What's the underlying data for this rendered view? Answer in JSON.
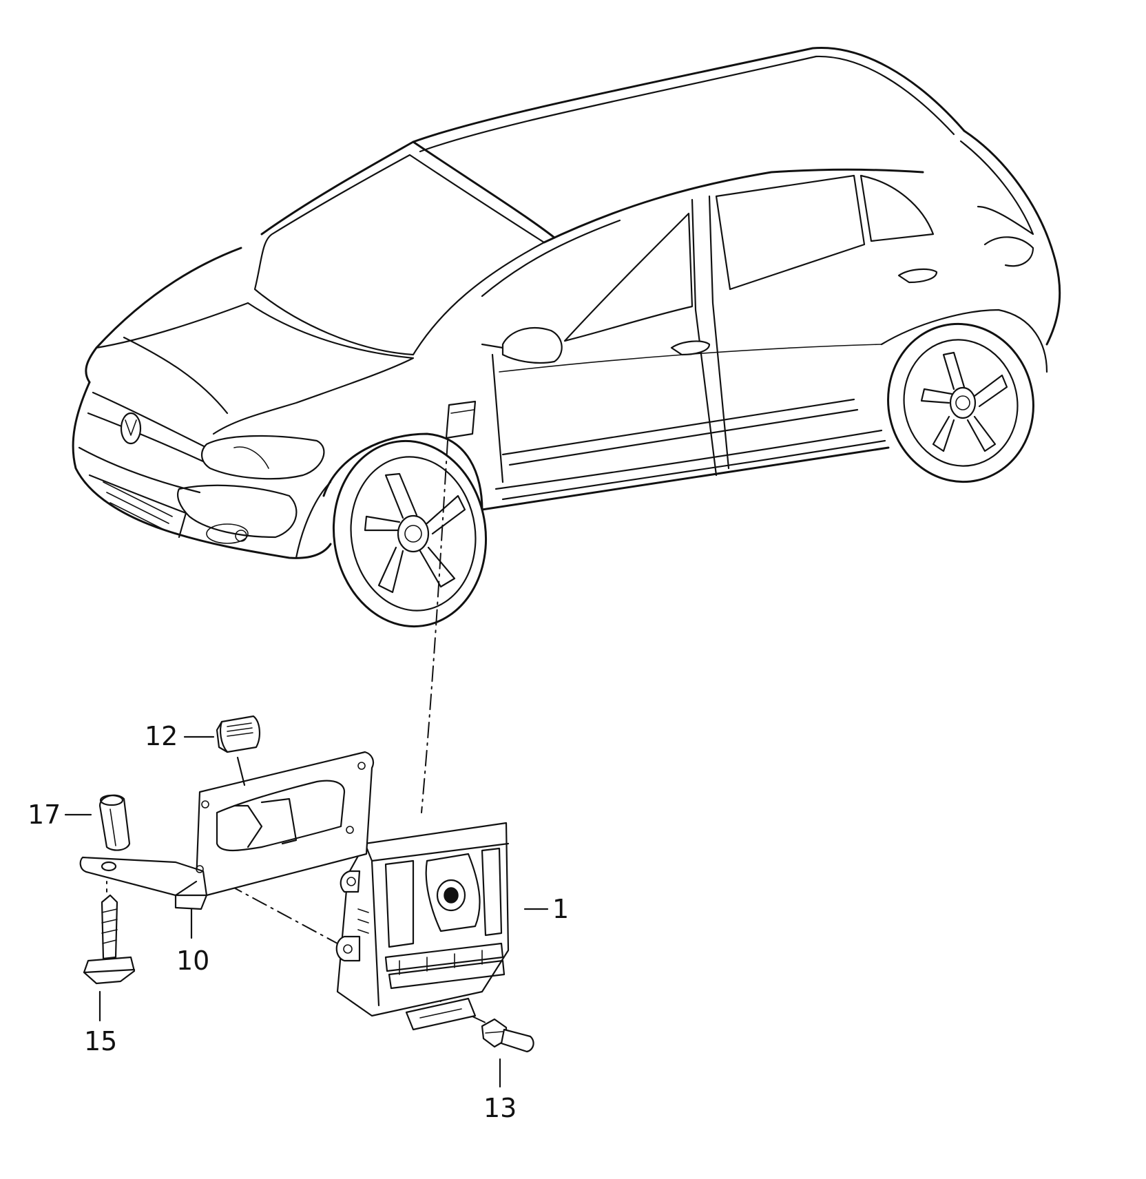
{
  "callouts": {
    "c1": "1",
    "c10": "10",
    "c12": "12",
    "c13": "13",
    "c15": "15",
    "c17": "17"
  },
  "colors": {
    "line": "#111111",
    "background": "#ffffff"
  }
}
